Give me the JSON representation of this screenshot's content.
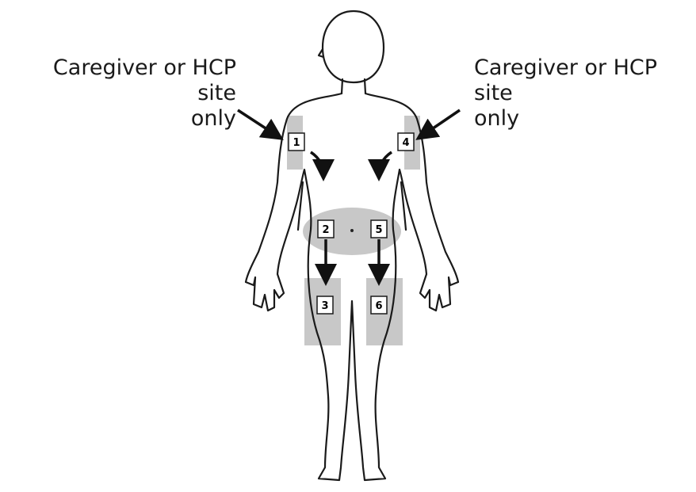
{
  "captions": {
    "left": {
      "line1": "Caregiver or HCP site",
      "line2": "only"
    },
    "right": {
      "line1": "Caregiver or HCP site",
      "line2": "only"
    }
  },
  "sites": [
    {
      "number": "1"
    },
    {
      "number": "2"
    },
    {
      "number": "3"
    },
    {
      "number": "4"
    },
    {
      "number": "5"
    },
    {
      "number": "6"
    }
  ],
  "colors": {
    "outline": "#1a1a1a",
    "shaded_area": "#c8c8c8",
    "label_box": "#ffffff",
    "arrow": "#111111"
  }
}
